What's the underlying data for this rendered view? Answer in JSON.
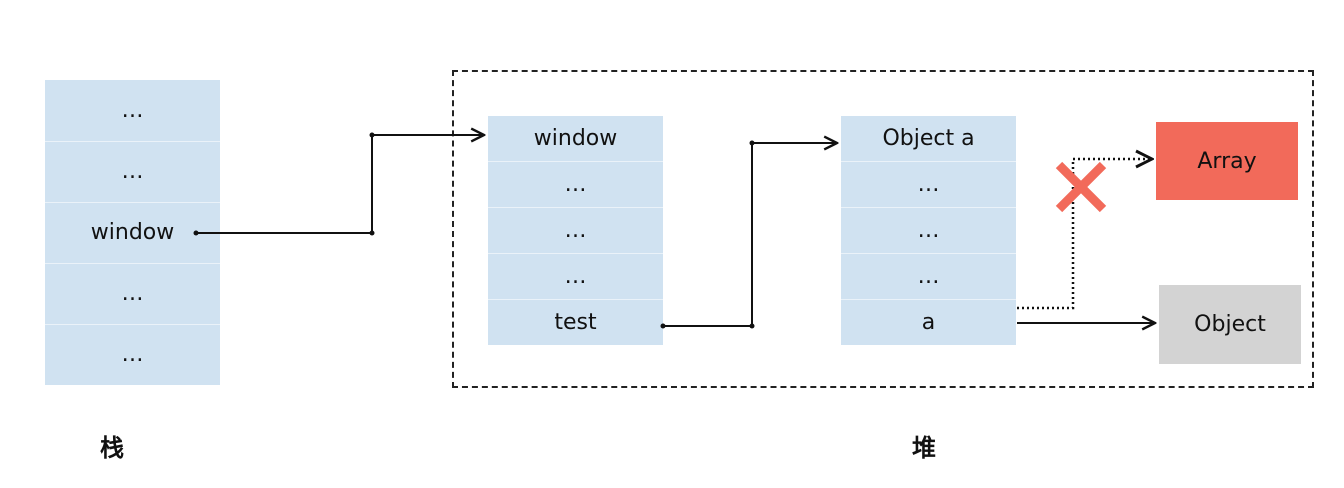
{
  "stack": {
    "caption": "栈",
    "cells": [
      "…",
      "…",
      "window",
      "…",
      "…"
    ]
  },
  "heap": {
    "caption": "堆",
    "window_object": {
      "cells": [
        "window",
        "…",
        "…",
        "…",
        "test"
      ]
    },
    "object_a": {
      "cells": [
        "Object a",
        "…",
        "…",
        "…",
        "a"
      ]
    },
    "array": {
      "label": "Array"
    },
    "object": {
      "label": "Object"
    }
  },
  "colors": {
    "cell_fill": "#d0e2f1",
    "array_fill": "#f26a5a",
    "object_fill": "#d3d3d3",
    "cross": "#f26a5a",
    "line": "#111111"
  }
}
